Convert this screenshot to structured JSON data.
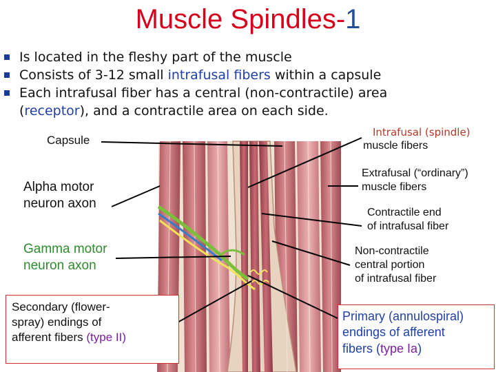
{
  "title": {
    "main": "Muscle Spindles-",
    "number": "1"
  },
  "bullets": [
    {
      "text": "Is located in the fleshy part of  the muscle"
    },
    {
      "pre": "Consists of 3-12 small ",
      "highlight": "intrafusal fibers",
      "post": " within a capsule"
    },
    {
      "line1": "Each intrafusal fiber has a central (non-contractile) area",
      "pre2": "(",
      "highlight2": "receptor",
      "post2": "), and a contractile area on each side."
    }
  ],
  "labels": {
    "capsule": "Capsule",
    "intrafusal_l1": "Intrafusal (spindle)",
    "intrafusal_l2": "muscle fibers",
    "alpha_l1": "Alpha motor",
    "alpha_l2": "neuron axon",
    "extrafusal_l1": "Extrafusal (“ordinary”)",
    "extrafusal_l2": "muscle fibers",
    "contractile_l1": "Contractile end",
    "contractile_l2": "of intrafusal fiber",
    "gamma_l1": "Gamma motor",
    "gamma_l2": "neuron axon",
    "noncontractile_l1": "Non-contractile",
    "noncontractile_l2": "central portion",
    "noncontractile_l3": "of intrafusal fiber",
    "secondary_l1": "Secondary (flower-",
    "secondary_l2": "spray) endings of",
    "secondary_l3": "afferent fibers ",
    "secondary_type": "(type II)",
    "primary_l1": "Primary (annulospiral)",
    "primary_l2": "endings of afferent",
    "primary_l3a": "fibers (",
    "primary_type": "type Ia",
    "primary_l3b": ")"
  },
  "colors": {
    "title": "#d6001c",
    "title_number": "#1f4e9a",
    "bullet_highlight": "#1f3fa8",
    "intrafusal_label": "#b23a2a",
    "gamma_label": "#2e8b2e",
    "type_label": "#7a1fa2",
    "primary_text": "#1f3fa8",
    "box_border": "#d32f2f",
    "muscle_fiber": "#c8747a",
    "connective_tissue": "#f1e6d6",
    "nerve_green": "#7bbf3a",
    "nerve_blue": "#3a7bc8"
  }
}
